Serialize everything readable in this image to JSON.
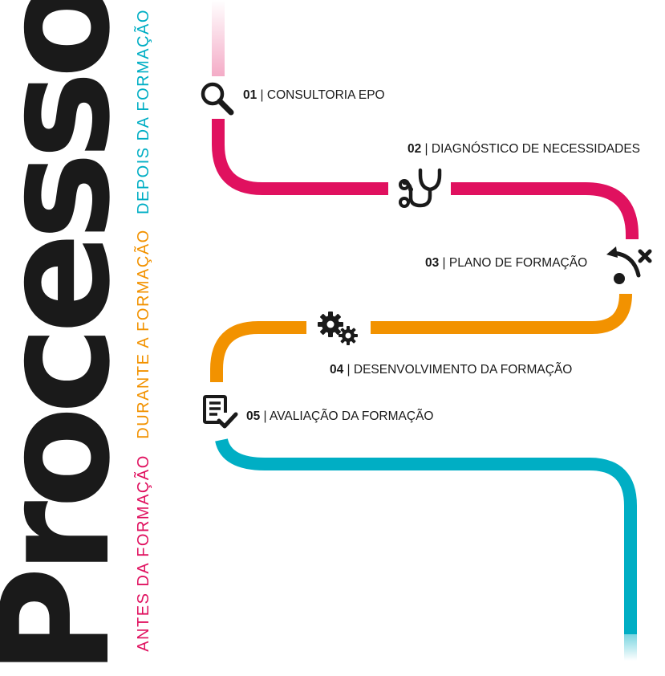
{
  "title": "Processo",
  "phases": {
    "before": {
      "label": "ANTES DA FORMAÇÃO",
      "color": "#e0115f"
    },
    "during": {
      "label": "DURANTE A FORMAÇÃO",
      "color": "#f29200"
    },
    "after": {
      "label": "DEPOIS DA FORMAÇÃO",
      "color": "#00aec4"
    }
  },
  "steps": [
    {
      "number": "01",
      "separator": " | ",
      "label": "CONSULTORIA EPO",
      "icon": "magnifier-icon"
    },
    {
      "number": "02",
      "separator": " | ",
      "label": "DIAGNÓSTICO DE NECESSIDADES",
      "icon": "stethoscope-icon"
    },
    {
      "number": "03",
      "separator": " | ",
      "label": "PLANO DE FORMAÇÃO",
      "icon": "strategy-play-icon"
    },
    {
      "number": "04",
      "separator": " | ",
      "label": "DESENVOLVIMENTO DA FORMAÇÃO",
      "icon": "gears-icon"
    },
    {
      "number": "05",
      "separator": " | ",
      "label": "AVALIAÇÃO DA FORMAÇÃO",
      "icon": "checklist-icon"
    }
  ],
  "colors": {
    "text": "#1a1a1a"
  }
}
